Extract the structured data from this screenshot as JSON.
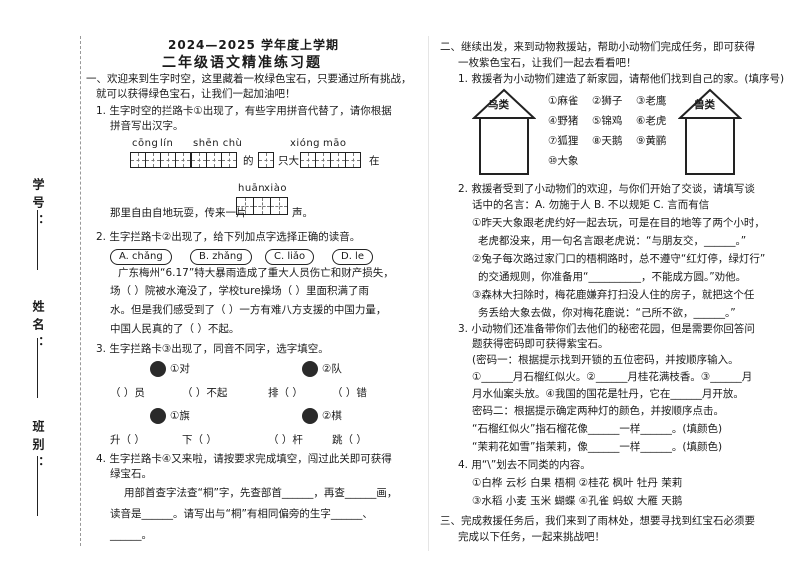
{
  "header": {
    "title": "2024—2025 学年度上学期",
    "subtitle": "二年级语文精准练习题"
  },
  "side_labels": {
    "xuehao": "学号：",
    "xingming": "姓名：",
    "banbie": "班别："
  },
  "part1": {
    "heading": "一、欢迎来到生字时空，这里藏着一枚绿色宝石，只要通过所有挑战，",
    "heading2": "就可以获得绿色宝石，让我们一起加油吧！",
    "q1_a": "1. 生字时空的拦路卡①出现了，有些字用拼音代替了，请你根据",
    "q1_b": "拼音写出汉字。",
    "pinyin": [
      "cōng",
      "lín",
      "shēn chù",
      "xióng",
      "māo",
      "huān",
      "xiào"
    ],
    "q1_de": "的",
    "q1_zhi": "只大",
    "q1_zai": "在",
    "q1_line2": "那里自由自地玩耍，传来一片",
    "q1_sheng": "声。",
    "q2_a": "2. 生字拦路卡②出现了，给下列加点字选择正确的读音。",
    "options": [
      "A. chǎng",
      "B. zhǎng",
      "C. liǎo",
      "D. le"
    ],
    "q2_p1": "广东梅州“6.17”特大暴雨造成了重大人员伤亡和财产损失，",
    "q2_p2": "场（    ）院被水淹没了，学校ture操场（    ）里面积满了雨",
    "q2_p3": "水。但是我们感受到了（    ）一方有难八方支援的中国力量，",
    "q2_p4": "中国人民真的了（    ）不起。",
    "q3_a": "3. 生字拦路卡③出现了，同音不同字，选字填空。",
    "q3_pairs": [
      {
        "a": "①对",
        "b": "②队"
      },
      {
        "a": "①旗",
        "b": "②棋"
      }
    ],
    "q3_row1": [
      "（    ）员",
      "（    ）不起",
      "排（    ）",
      "（    ）错"
    ],
    "q3_row2": [
      "升（    ）",
      "下（    ）",
      "（    ）杆",
      "跳（    ）"
    ],
    "q4_a": "4. 生字拦路卡④又来啦，请按要求完成填空，闯过此关即可获得",
    "q4_b": "绿宝石。",
    "q4_c": "用部首查字法查“桐”字，先查部首______，再查______画，",
    "q4_d": "读音是______。请写出与“桐”有相同偏旁的生字______、",
    "q4_e": "______。"
  },
  "part2": {
    "heading": "二、继续出发，来到动物救援站，帮助小动物们完成任务，即可获得",
    "heading2": "一枚紫色宝石，让我们一起去看看吧！",
    "q1_a": "1. 救援者为小动物们建造了新家园，请帮他们找到自己的家。(填序号)",
    "house_left": "鸟类",
    "house_right": "兽类",
    "animals": [
      "①麻雀",
      "②狮子",
      "③老鹰",
      "④野猪",
      "⑤锦鸡",
      "⑥老虎",
      "⑦狐狸",
      "⑧天鹅",
      "⑨黄鹂",
      "⑩大象"
    ],
    "q2_a": "2. 救援者受到了小动物们的欢迎，与你们开始了交谈，请填写谈",
    "q2_b": "话中的名言：A. 勿施于人    B. 不以规矩    C. 言而有信",
    "q2_c1": "①昨天大象跟老虎约好一起去玩，可是在目的地等了两个小时，",
    "q2_c2": "老虎都没来，用一句名言跟老虎说：“与朋友交，______。”",
    "q2_c3": "②兔子每次路过家门口的梧桐路时，总不遵守“红灯停，绿灯行”",
    "q2_c4": "的交通规则，你准备用“__________，不能成方圆。”劝他。",
    "q2_c5": "③森林大扫除时，梅花鹿嫌弃打扫没人住的房子，就把这个任",
    "q2_c6": "务丢给大象去做，你对梅花鹿说：“己所不欲，______。”",
    "q3_a": "3. 小动物们还准备带你们去他们的秘密花园，但是需要你回答问",
    "q3_b": "题获得密码即可获得紫宝石。",
    "q3_c": "(密码一：根据提示找到开锁的五位密码，并按顺序输入。",
    "q3_d": "①______月石榴红似火。②______月桂花满枝香。③______月",
    "q3_e": "月水仙案头放。④我国的国花是牡丹，它在______月开放。",
    "q3_f": "密码二：根据提示确定两种灯的颜色，并按顺序点击。",
    "q3_g": "“石榴红似火”指石榴花像______一样______。(填颜色)",
    "q3_h": "“茉莉花如雪”指茉莉，像______一样______。(填颜色)",
    "q4_a": "4. 用“\\”划去不同类的内容。",
    "q4_rows": [
      "①白桦    云杉    白果    梧桐      ②桂花    枫叶    牡丹    茉莉",
      "③水稻    小麦    玉米    蝴蝶      ④孔雀    蚂蚁    大雁    天鹅"
    ]
  },
  "part3": {
    "heading": "三、完成救援任务后，我们来到了雨林处，想要寻找到红宝石必须要",
    "heading2": "完成以下任务，一起来挑战吧！"
  }
}
